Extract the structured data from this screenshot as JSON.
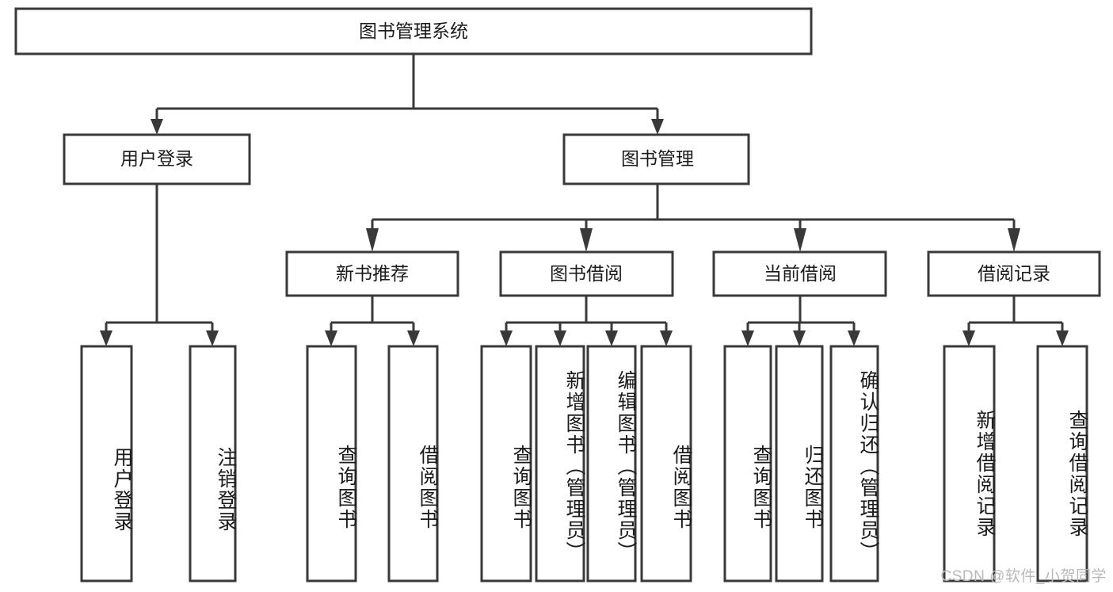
{
  "diagram": {
    "type": "tree",
    "title": "图书管理系统",
    "orientation": "top-down",
    "colors": {
      "box_stroke": "#393939",
      "box_fill": "#ffffff",
      "connector": "#393939",
      "text": "#1b1b1b",
      "watermark": "#b9b9b9",
      "background": "#ffffff"
    },
    "root": {
      "label": "图书管理系统"
    },
    "level2": [
      {
        "label": "用户登录"
      },
      {
        "label": "图书管理"
      }
    ],
    "level3": [
      {
        "label": "新书推荐"
      },
      {
        "label": "图书借阅"
      },
      {
        "label": "当前借阅"
      },
      {
        "label": "借阅记录"
      }
    ],
    "leaves": {
      "user_login": [
        {
          "label": "用户登录"
        },
        {
          "label": "注销登录"
        }
      ],
      "new_book_recommend": [
        {
          "label": "查询图书"
        },
        {
          "label": "借阅图书"
        }
      ],
      "book_borrow": [
        {
          "label": "查询图书"
        },
        {
          "label": "新增图书（管理员）"
        },
        {
          "label": "编辑图书（管理员）"
        },
        {
          "label": "借阅图书"
        }
      ],
      "current_borrow": [
        {
          "label": "查询图书"
        },
        {
          "label": "归还图书"
        },
        {
          "label": "确认归还（管理员）"
        }
      ],
      "borrow_record": [
        {
          "label": "新增借阅记录"
        },
        {
          "label": "查询借阅记录"
        }
      ]
    }
  },
  "watermark": {
    "text": "CSDN @软件_小贺同学"
  }
}
